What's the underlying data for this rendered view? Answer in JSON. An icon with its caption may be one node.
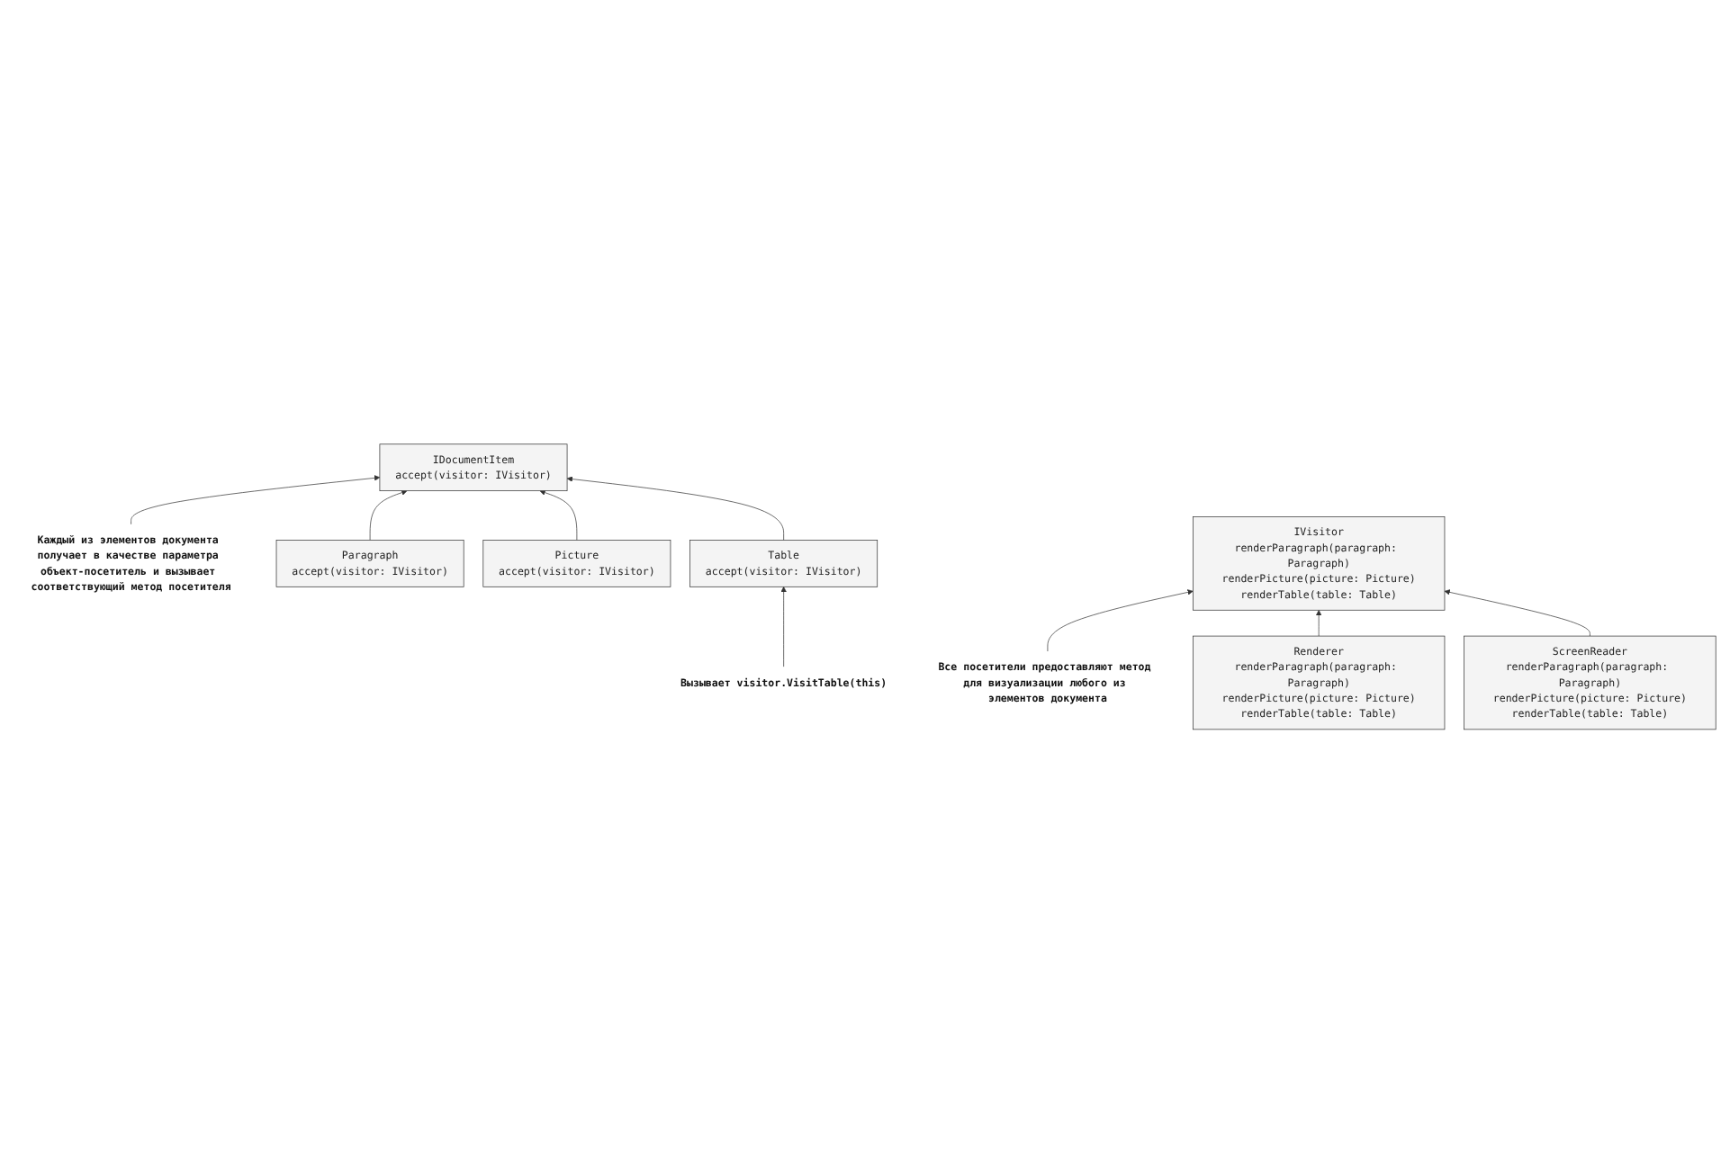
{
  "diagram": {
    "nodes": [
      {
        "text": [
          "Каждый из элементов документа получает в качестве параметра объект-посетитель и вызывает соответствующий метод посетителя"
        ]
      },
      {
        "text": [
          "IDocumentItem",
          "accept(visitor: IVisitor)"
        ]
      },
      {
        "text": [
          "Вызывает visitor.VisitTable(this)"
        ]
      },
      {
        "text": [
          "Paragraph",
          "accept(visitor: IVisitor)"
        ]
      },
      {
        "text": [
          "Picture",
          "accept(visitor: IVisitor)"
        ]
      },
      {
        "text": [
          "Table",
          "accept(visitor: IVisitor)"
        ]
      },
      {
        "text": [
          "Все посетители предоставляют метод для визуализации любого из элементов документа"
        ]
      },
      {
        "text": [
          "IVisitor",
          "renderParagraph(paragraph: Paragraph)",
          "renderPicture(picture: Picture)",
          "renderTable(table: Table)"
        ]
      },
      {
        "text": [
          "Renderer",
          "renderParagraph(paragraph: Paragraph)",
          "renderPicture(picture: Picture)",
          "renderTable(table: Table)"
        ]
      },
      {
        "text": [
          "ScreenReader",
          "renderParagraph(paragraph: Paragraph)",
          "renderPicture(picture: Picture)",
          "renderTable(table: Table)"
        ]
      }
    ],
    "edges": [
      {
        "from": 0,
        "to": 1,
        "arrow": "to"
      },
      {
        "from": 2,
        "to": 5,
        "arrow": "to"
      },
      {
        "from": 3,
        "to": 1,
        "arrow": "to"
      },
      {
        "from": 4,
        "to": 1,
        "arrow": "to"
      },
      {
        "from": 5,
        "to": 1,
        "arrow": "to"
      },
      {
        "from": 6,
        "to": 7,
        "arrow": "to"
      },
      {
        "from": 8,
        "to": 7,
        "arrow": "to"
      },
      {
        "from": 9,
        "to": 7,
        "arrow": "to"
      }
    ]
  }
}
